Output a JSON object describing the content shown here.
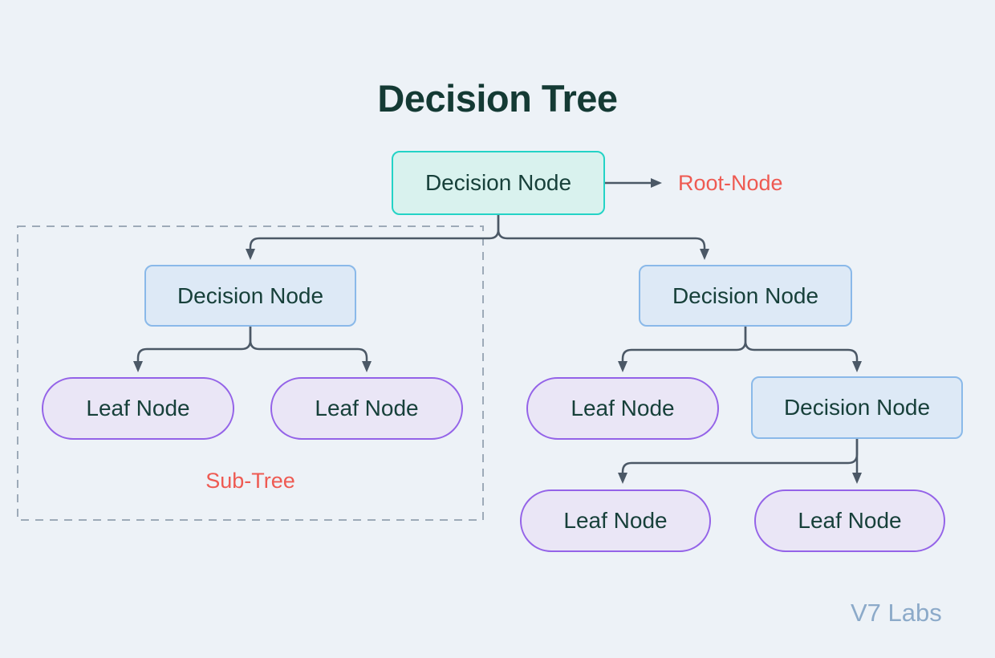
{
  "title": "Decision Tree",
  "watermark": "V7 Labs",
  "annotations": {
    "root_pointer": "Root-Node",
    "subtree": "Sub-Tree"
  },
  "nodes": [
    {
      "id": "root",
      "type": "root-decision",
      "label": "Decision Node"
    },
    {
      "id": "l2-left",
      "type": "decision",
      "label": "Decision Node"
    },
    {
      "id": "l2-right",
      "type": "decision",
      "label": "Decision Node"
    },
    {
      "id": "leaf-a1",
      "type": "leaf",
      "label": "Leaf Node"
    },
    {
      "id": "leaf-a2",
      "type": "leaf",
      "label": "Leaf Node"
    },
    {
      "id": "leaf-b1",
      "type": "leaf",
      "label": "Leaf Node"
    },
    {
      "id": "l3-decision",
      "type": "decision",
      "label": "Decision Node"
    },
    {
      "id": "leaf-c1",
      "type": "leaf",
      "label": "Leaf Node"
    },
    {
      "id": "leaf-c2",
      "type": "leaf",
      "label": "Leaf Node"
    }
  ],
  "colors": {
    "background": "#edf2f7",
    "title_text": "#143a34",
    "node_text": "#17403a",
    "root_node_border": "#24d3c6",
    "root_node_fill": "#d9f2ee",
    "decision_node_border": "#8ab9e9",
    "decision_node_fill": "#dde9f6",
    "leaf_node_border": "#9463e8",
    "leaf_node_fill": "#eae6f6",
    "connector": "#4b5866",
    "annotation_text": "#ee5a52",
    "subtree_dashed_border": "#9daab8",
    "watermark_text": "#8caac9"
  }
}
